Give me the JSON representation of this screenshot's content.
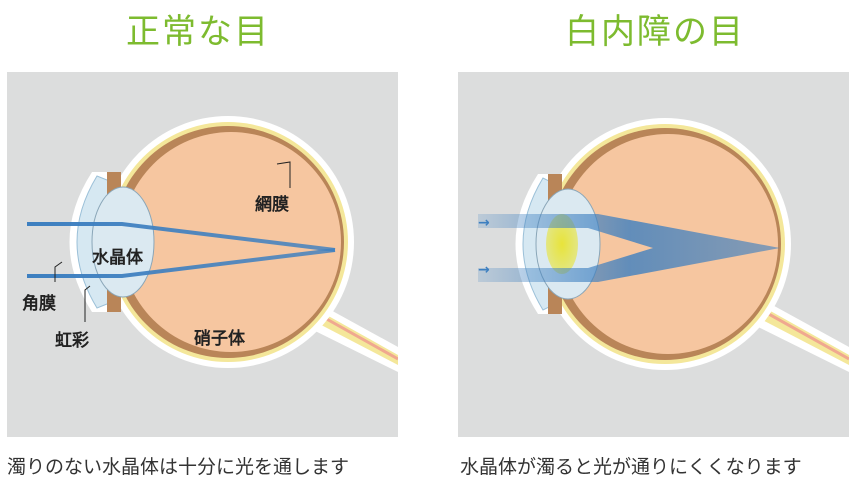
{
  "normal": {
    "title": "正常な目",
    "labels": {
      "retina": "網膜",
      "lens": "水晶体",
      "cornea": "角膜",
      "iris": "虹彩",
      "vitreous": "硝子体"
    },
    "caption": "濁りのない水晶体は十分に光を通します"
  },
  "cataract": {
    "title": "白内障の目",
    "arrows": [
      "→",
      "→"
    ],
    "caption": "水晶体が濁ると光が通りにくくなります"
  },
  "colors": {
    "title": "#7dbb2f",
    "eye": "#f6c6a0",
    "light": "#3d7fc0",
    "cloudy_lens": "#e8e43a"
  }
}
